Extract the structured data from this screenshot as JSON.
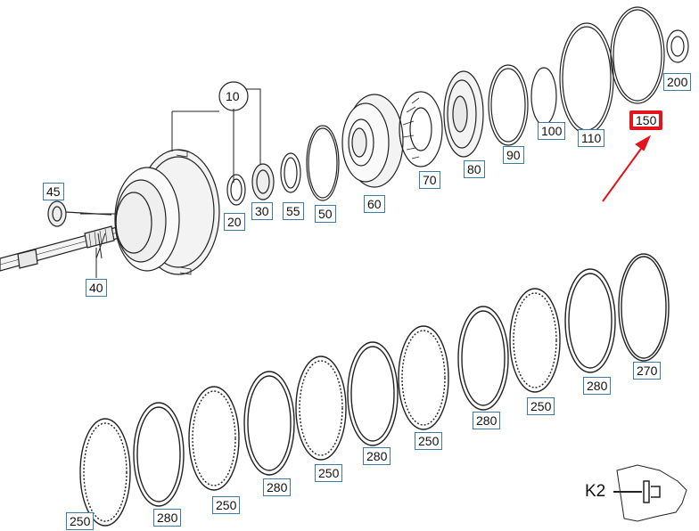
{
  "callouts": {
    "c10": "10",
    "c20": "20",
    "c30": "30",
    "c40": "40",
    "c45": "45",
    "c50": "50",
    "c55": "55",
    "c60": "60",
    "c70": "70",
    "c80": "80",
    "c90": "90",
    "c100": "100",
    "c110": "110",
    "c150": "150",
    "c200": "200",
    "c250": "250",
    "c270": "270",
    "c280": "280"
  },
  "inset_label": "K2",
  "colors": {
    "line": "#222222",
    "callout_border": "#3a7ca8",
    "highlight": "#e3141b"
  }
}
